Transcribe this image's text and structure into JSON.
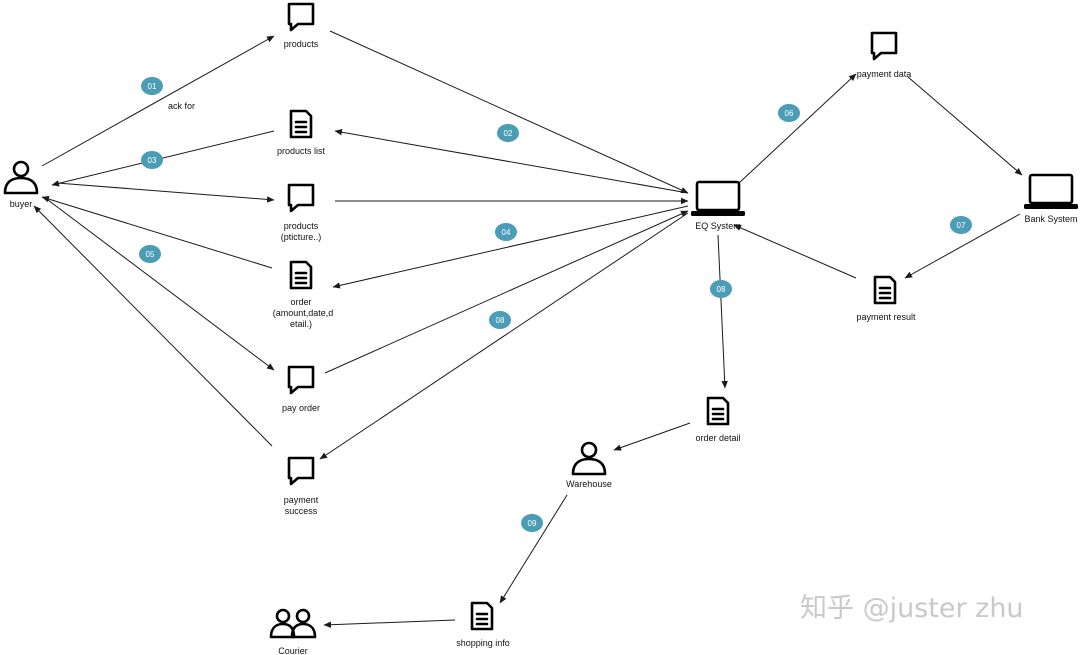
{
  "nodes": {
    "buyer": "buyer",
    "products_top": "products",
    "products_list": "products list",
    "products_pic": [
      "products",
      "(pticture..)"
    ],
    "order": [
      "order",
      "(amount,date,d",
      "etail.)"
    ],
    "pay_order": "pay order",
    "payment_success": [
      "payment",
      "success"
    ],
    "eq_system": "EQ System",
    "payment_data": "payment data",
    "bank_system": "Bank System",
    "payment_result": "payment result",
    "order_detail": "order detail",
    "warehouse": "Warehouse",
    "shopping_info": "shopping info",
    "courier": "Courier"
  },
  "edge_labels": {
    "ask_for": "ack for"
  },
  "steps": [
    "01",
    "02",
    "03",
    "04",
    "05",
    "06",
    "07",
    "08",
    "08",
    "09"
  ],
  "colors": {
    "badge": "#4a9db5",
    "edge": "#1a1a1a",
    "watermark": "#c9c9c9"
  },
  "watermark": "知乎 @juster zhu"
}
